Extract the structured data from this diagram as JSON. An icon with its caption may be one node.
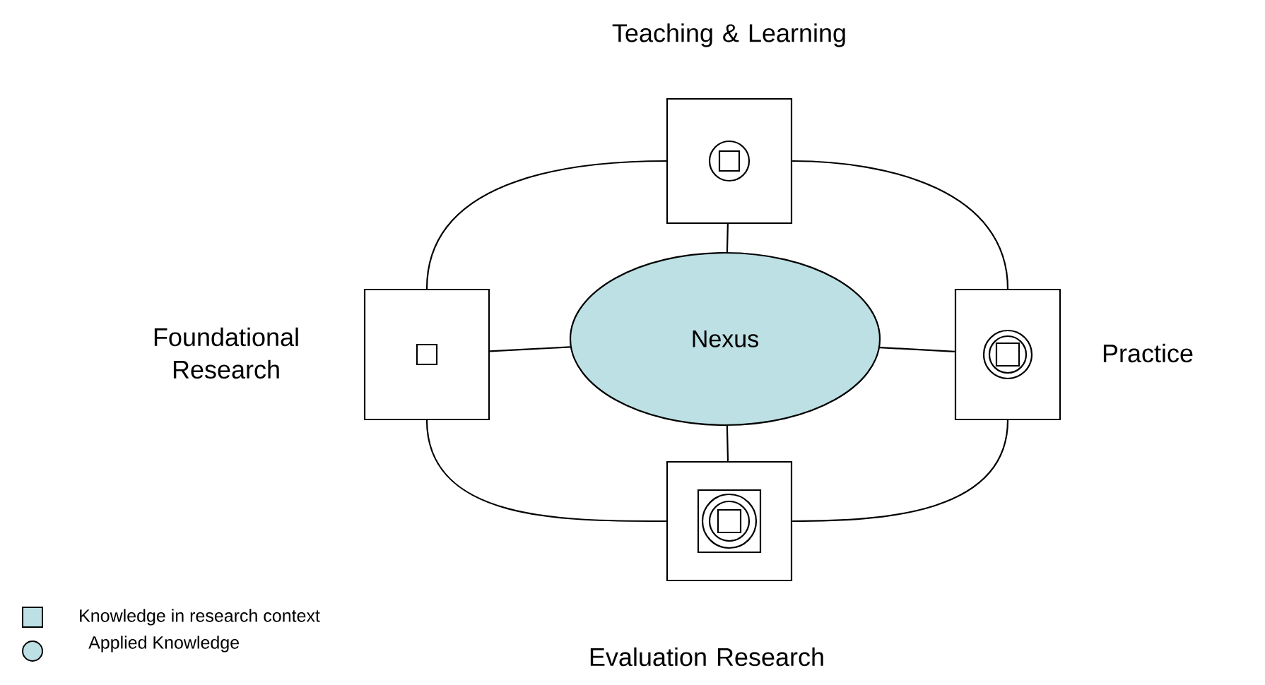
{
  "diagram": {
    "nodes": [
      {
        "text": [
          "Nexus"
        ]
      },
      {
        "text": [
          "Teaching & Learning"
        ]
      },
      {
        "text": [
          "Foundational Research"
        ]
      },
      {
        "text": [
          "Practice"
        ]
      },
      {
        "text": [
          "Evaluation Research"
        ]
      }
    ],
    "edges": [
      {
        "from": 0,
        "to": 1,
        "arrow": "none"
      },
      {
        "from": 0,
        "to": 2,
        "arrow": "none"
      },
      {
        "from": 0,
        "to": 3,
        "arrow": "none"
      },
      {
        "from": 0,
        "to": 4,
        "arrow": "none"
      },
      {
        "from": 1,
        "to": 2,
        "arrow": "none"
      },
      {
        "from": 1,
        "to": 3,
        "arrow": "none"
      },
      {
        "from": 2,
        "to": 4,
        "arrow": "none"
      },
      {
        "from": 3,
        "to": 4,
        "arrow": "none"
      }
    ],
    "legend": [
      {
        "text": "Knowledge in research context",
        "color": "#bde0e4"
      },
      {
        "text": "Applied Knowledge",
        "color": "#bde0e4"
      }
    ]
  }
}
